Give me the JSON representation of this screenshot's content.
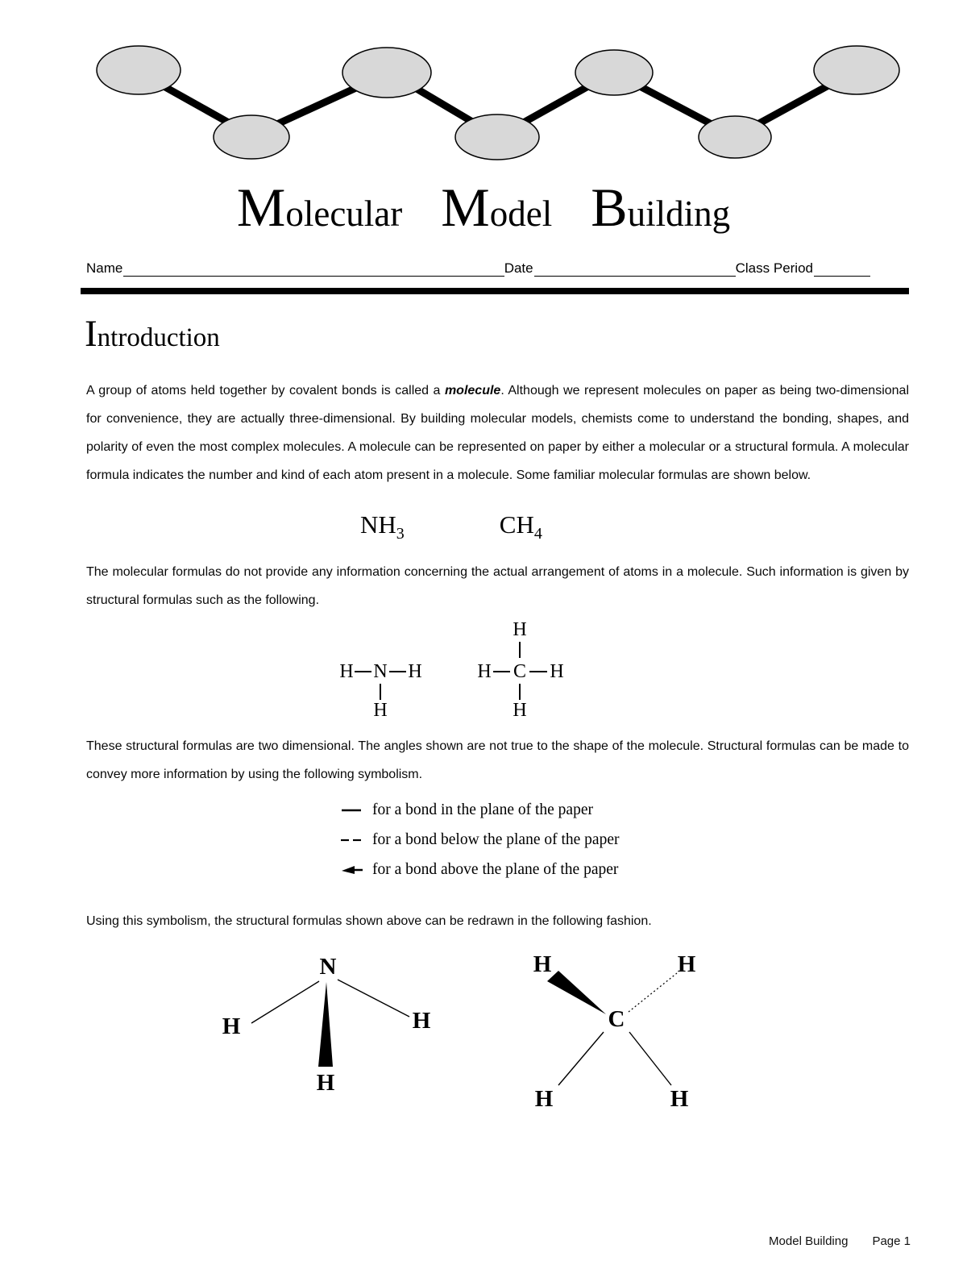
{
  "title": {
    "words": [
      {
        "cap": "M",
        "rest": "olecular"
      },
      {
        "cap": "M",
        "rest": "odel"
      },
      {
        "cap": "B",
        "rest": "uilding"
      }
    ]
  },
  "form": {
    "name_label": "Name",
    "date_label": "Date",
    "class_label": "Class Period"
  },
  "intro": {
    "heading_cap": "I",
    "heading_rest": "ntroduction"
  },
  "paragraphs": {
    "p1_a": "A group of atoms held together by covalent bonds is called a ",
    "p1_term": "molecule",
    "p1_b": ".  Although we represent molecules on paper as being two-dimensional for convenience, they are actually three-dimensional.  By building molecular models, chemists come to understand the bonding, shapes, and polarity of even the most complex molecules.  A molecule can be represented on paper by either a molecular or a structural formula.  A molecular formula indicates the number and kind of each atom present in a molecule.  Some familiar molecular formulas are shown below.",
    "p2": "The molecular formulas do not provide any information concerning the actual arrangement of atoms in a molecule.  Such information is given by structural formulas such as the following.",
    "p3": "These structural formulas are two dimensional.   The angles shown are not true to the shape of the molecule.  Structural formulas can be made to convey more information by using the following symbolism.",
    "p4": "Using this symbolism, the structural formulas shown above can be redrawn in the following fashion."
  },
  "formulas": {
    "nh3_base": "NH",
    "nh3_sub": "3",
    "ch4_base": "CH",
    "ch4_sub": "4"
  },
  "legend": {
    "in_plane": "for a bond in the plane of the paper",
    "below_plane": "for a bond below the plane of the paper",
    "above_plane": "for a bond above the plane of the paper"
  },
  "atoms": {
    "H": "H",
    "N": "N",
    "C": "C"
  },
  "footer": {
    "doc": "Model Building",
    "page": "Page 1"
  },
  "colors": {
    "atom_fill": "#d8d8d8",
    "ink": "#000000"
  }
}
